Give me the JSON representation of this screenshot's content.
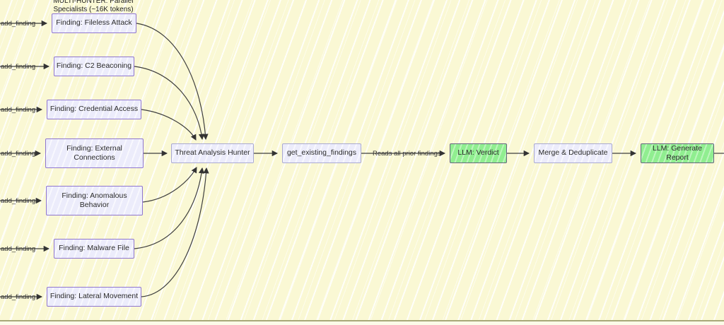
{
  "cluster": {
    "title_line1": "MULTI-HUNTER: Parallel",
    "title_line2": "Specialists (~16K tokens)"
  },
  "nodes": [
    {
      "id": "finding-fileless-attack",
      "label": "Finding: Fileless Attack"
    },
    {
      "id": "finding-c2-beaconing",
      "label": "Finding: C2 Beaconing"
    },
    {
      "id": "finding-credential-access",
      "label": "Finding: Credential Access"
    },
    {
      "id": "finding-external-connections",
      "label": "Finding: External Connections"
    },
    {
      "id": "finding-anomalous-behavior",
      "label": "Finding: Anomalous Behavior"
    },
    {
      "id": "finding-malware-file",
      "label": "Finding: Malware File"
    },
    {
      "id": "finding-lateral-movement",
      "label": "Finding: Lateral Movement"
    },
    {
      "id": "threat-analysis-hunter",
      "label": "Threat Analysis Hunter"
    },
    {
      "id": "get-existing-findings",
      "label": "get_existing_findings"
    },
    {
      "id": "llm-verdict",
      "label": "LLM: Verdict"
    },
    {
      "id": "merge-deduplicate",
      "label": "Merge & Deduplicate"
    },
    {
      "id": "llm-generate-report",
      "label": "LLM: Generate Report"
    }
  ],
  "edge_labels": {
    "add_finding": "add_finding",
    "reads_all": "Reads all prior findings"
  },
  "colors": {
    "cluster_background": "#faf8d4",
    "node_fill_lavender": "#ececfb",
    "node_fill_green": "#90ee90",
    "node_border_purple": "#8f76cf",
    "node_border_slate": "#65657f",
    "edge_stroke": "#3f3f3f",
    "cluster_border": "#a8a878"
  }
}
